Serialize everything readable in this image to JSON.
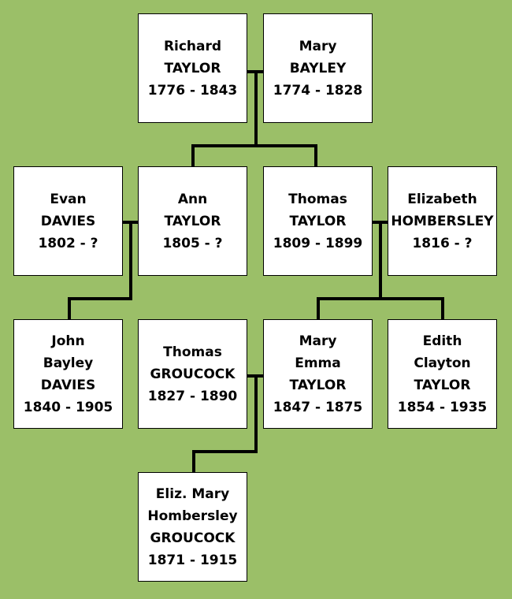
{
  "people": [
    {
      "id": "richard",
      "lines": [
        "Richard",
        "TAYLOR",
        "1776 - 1843"
      ]
    },
    {
      "id": "mary-bayley",
      "lines": [
        "Mary",
        "BAYLEY",
        "1774 - 1828"
      ]
    },
    {
      "id": "evan",
      "lines": [
        "Evan",
        "DAVIES",
        "1802 - ?"
      ]
    },
    {
      "id": "ann",
      "lines": [
        "Ann",
        "TAYLOR",
        "1805 - ?"
      ]
    },
    {
      "id": "thomas-taylor",
      "lines": [
        "Thomas",
        "TAYLOR",
        "1809 - 1899"
      ]
    },
    {
      "id": "elizabeth",
      "lines": [
        "Elizabeth",
        "HOMBERSLEY",
        "1816 - ?"
      ]
    },
    {
      "id": "john",
      "lines": [
        "John",
        "Bayley",
        "DAVIES",
        "1840 - 1905"
      ]
    },
    {
      "id": "thomas-groucock",
      "lines": [
        "Thomas",
        "GROUCOCK",
        "1827 - 1890"
      ]
    },
    {
      "id": "mary-emma",
      "lines": [
        "Mary",
        "Emma",
        "TAYLOR",
        "1847 - 1875"
      ]
    },
    {
      "id": "edith",
      "lines": [
        "Edith",
        "Clayton",
        "TAYLOR",
        "1854 - 1935"
      ]
    },
    {
      "id": "eliz-mary",
      "lines": [
        "Eliz. Mary",
        "Hombersley",
        "GROUCOCK",
        "1871 - 1915"
      ]
    }
  ],
  "colors": {
    "background": "#9bbf68",
    "line": "#000000",
    "box": "#ffffff"
  }
}
